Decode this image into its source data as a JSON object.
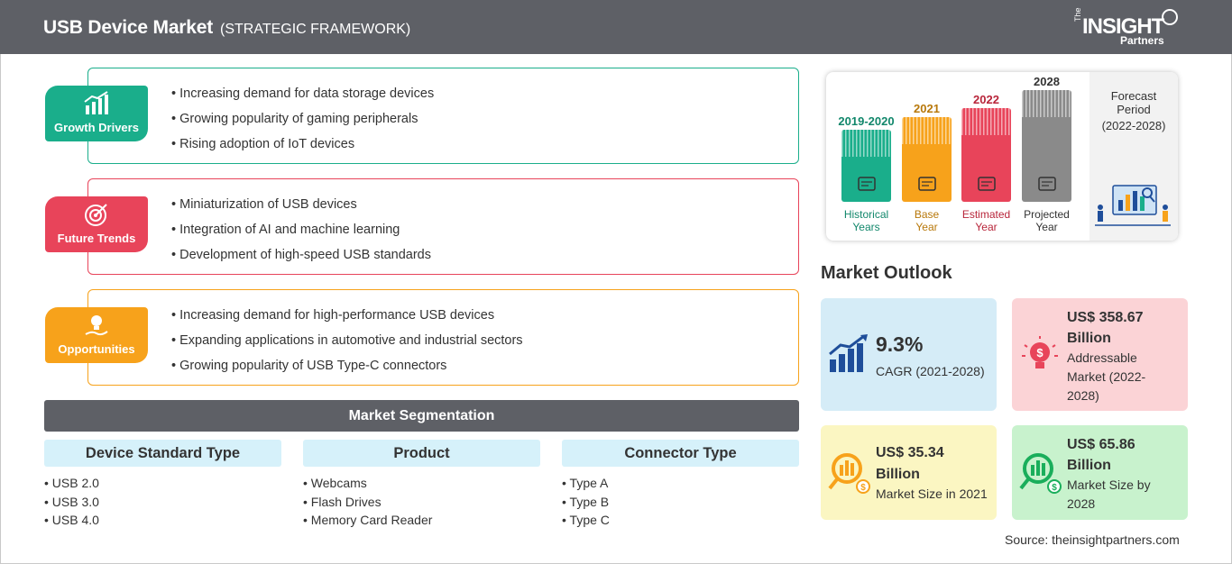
{
  "header": {
    "title": "USB Device Market",
    "subtitle": "(STRATEGIC FRAMEWORK)",
    "logo": {
      "the": "The",
      "insight": "INSIGHT",
      "partners": "Partners"
    }
  },
  "framework": [
    {
      "label": "Growth Drivers",
      "color": "#1aae8b",
      "icon": "bar-growth-icon",
      "items": [
        "Increasing demand for data storage devices",
        "Growing popularity of gaming peripherals",
        "Rising adoption of IoT devices"
      ]
    },
    {
      "label": "Future Trends",
      "color": "#e8445a",
      "icon": "target-icon",
      "items": [
        "Miniaturization of USB devices",
        "Integration of AI and machine learning",
        "Development of high-speed USB standards"
      ]
    },
    {
      "label": "Opportunities",
      "color": "#f7a21b",
      "icon": "lightbulb-hand-icon",
      "items": [
        "Increasing demand for high-performance USB devices",
        "Expanding applications in automotive and industrial sectors",
        "Growing popularity of USB Type-C connectors"
      ]
    }
  ],
  "segmentation": {
    "title": "Market Segmentation",
    "columns": [
      {
        "heading": "Device Standard Type",
        "items": [
          "USB 2.0",
          "USB 3.0",
          "USB 4.0"
        ]
      },
      {
        "heading": "Product",
        "items": [
          "Webcams",
          "Flash Drives",
          "Memory Card Reader"
        ]
      },
      {
        "heading": "Connector Type",
        "items": [
          "Type A",
          "Type B",
          "Type C"
        ]
      }
    ]
  },
  "timeline": {
    "bars": [
      {
        "year": "2019-2020",
        "line1": "Historical",
        "line2": "Years",
        "color": "#1aae8b",
        "year_color": "#11876b",
        "label_color": "#11876b"
      },
      {
        "year": "2021",
        "line1": "Base",
        "line2": "Year",
        "color": "#f7a21b",
        "year_color": "#b8780a",
        "label_color": "#b8780a"
      },
      {
        "year": "2022",
        "line1": "Estimated",
        "line2": "Year",
        "color": "#e8445a",
        "year_color": "#b8253a",
        "label_color": "#b8253a"
      },
      {
        "year": "2028",
        "line1": "Projected",
        "line2": "Year",
        "color": "#8a8a8a",
        "year_color": "#333333",
        "label_color": "#333333"
      }
    ],
    "forecast": {
      "line1": "Forecast",
      "line2": "Period",
      "line3": "(2022-2028)"
    }
  },
  "outlook": {
    "title": "Market Outlook",
    "cagr": {
      "value": "9.3%",
      "label": "CAGR (2021-2028)",
      "bg": "#d5ecf7"
    },
    "addressable": {
      "value1": "US$ 358.67",
      "value2": "Billion",
      "desc1": "Addressable",
      "desc2": "Market (2022-",
      "desc3": "2028)",
      "bg": "#fbd3d6"
    },
    "size2021": {
      "value1": "US$ 35.34",
      "value2": "Billion",
      "desc": "Market Size in 2021",
      "bg": "#fbf6c2"
    },
    "size2028": {
      "value1": "US$ 65.86",
      "value2": "Billion",
      "desc1": "Market Size by",
      "desc2": "2028",
      "bg": "#c8f2cd"
    }
  },
  "source": "Source: theinsightpartners.com"
}
